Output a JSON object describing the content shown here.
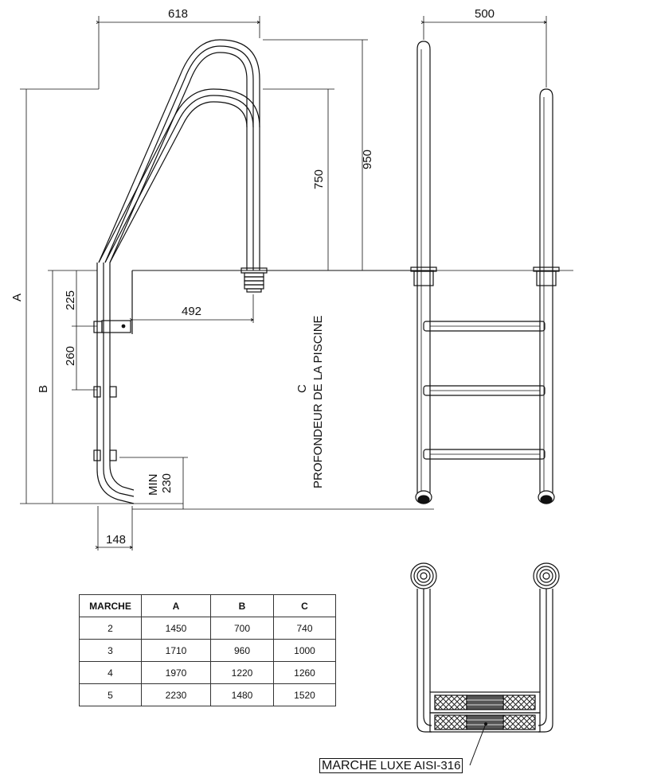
{
  "side_view": {
    "dim_width_top": "618",
    "dim_height_950": "950",
    "dim_height_750": "750",
    "dim_a": "A",
    "dim_b": "B",
    "dim_225": "225",
    "dim_260": "260",
    "dim_492": "492",
    "dim_min": "MIN",
    "dim_230": "230",
    "dim_148": "148",
    "dim_c": "C",
    "depth_label": "PROFONDEUR DE LA PISCINE"
  },
  "front_view": {
    "dim_width": "500"
  },
  "table": {
    "headers": [
      "MARCHE",
      "A",
      "B",
      "C"
    ],
    "rows": [
      [
        "2",
        "1450",
        "700",
        "740"
      ],
      [
        "3",
        "1710",
        "960",
        "1000"
      ],
      [
        "4",
        "1970",
        "1220",
        "1260"
      ],
      [
        "5",
        "2230",
        "1480",
        "1520"
      ]
    ]
  },
  "caption": {
    "word1": "MARCHE",
    "rest": "LUXE AISI-316"
  }
}
